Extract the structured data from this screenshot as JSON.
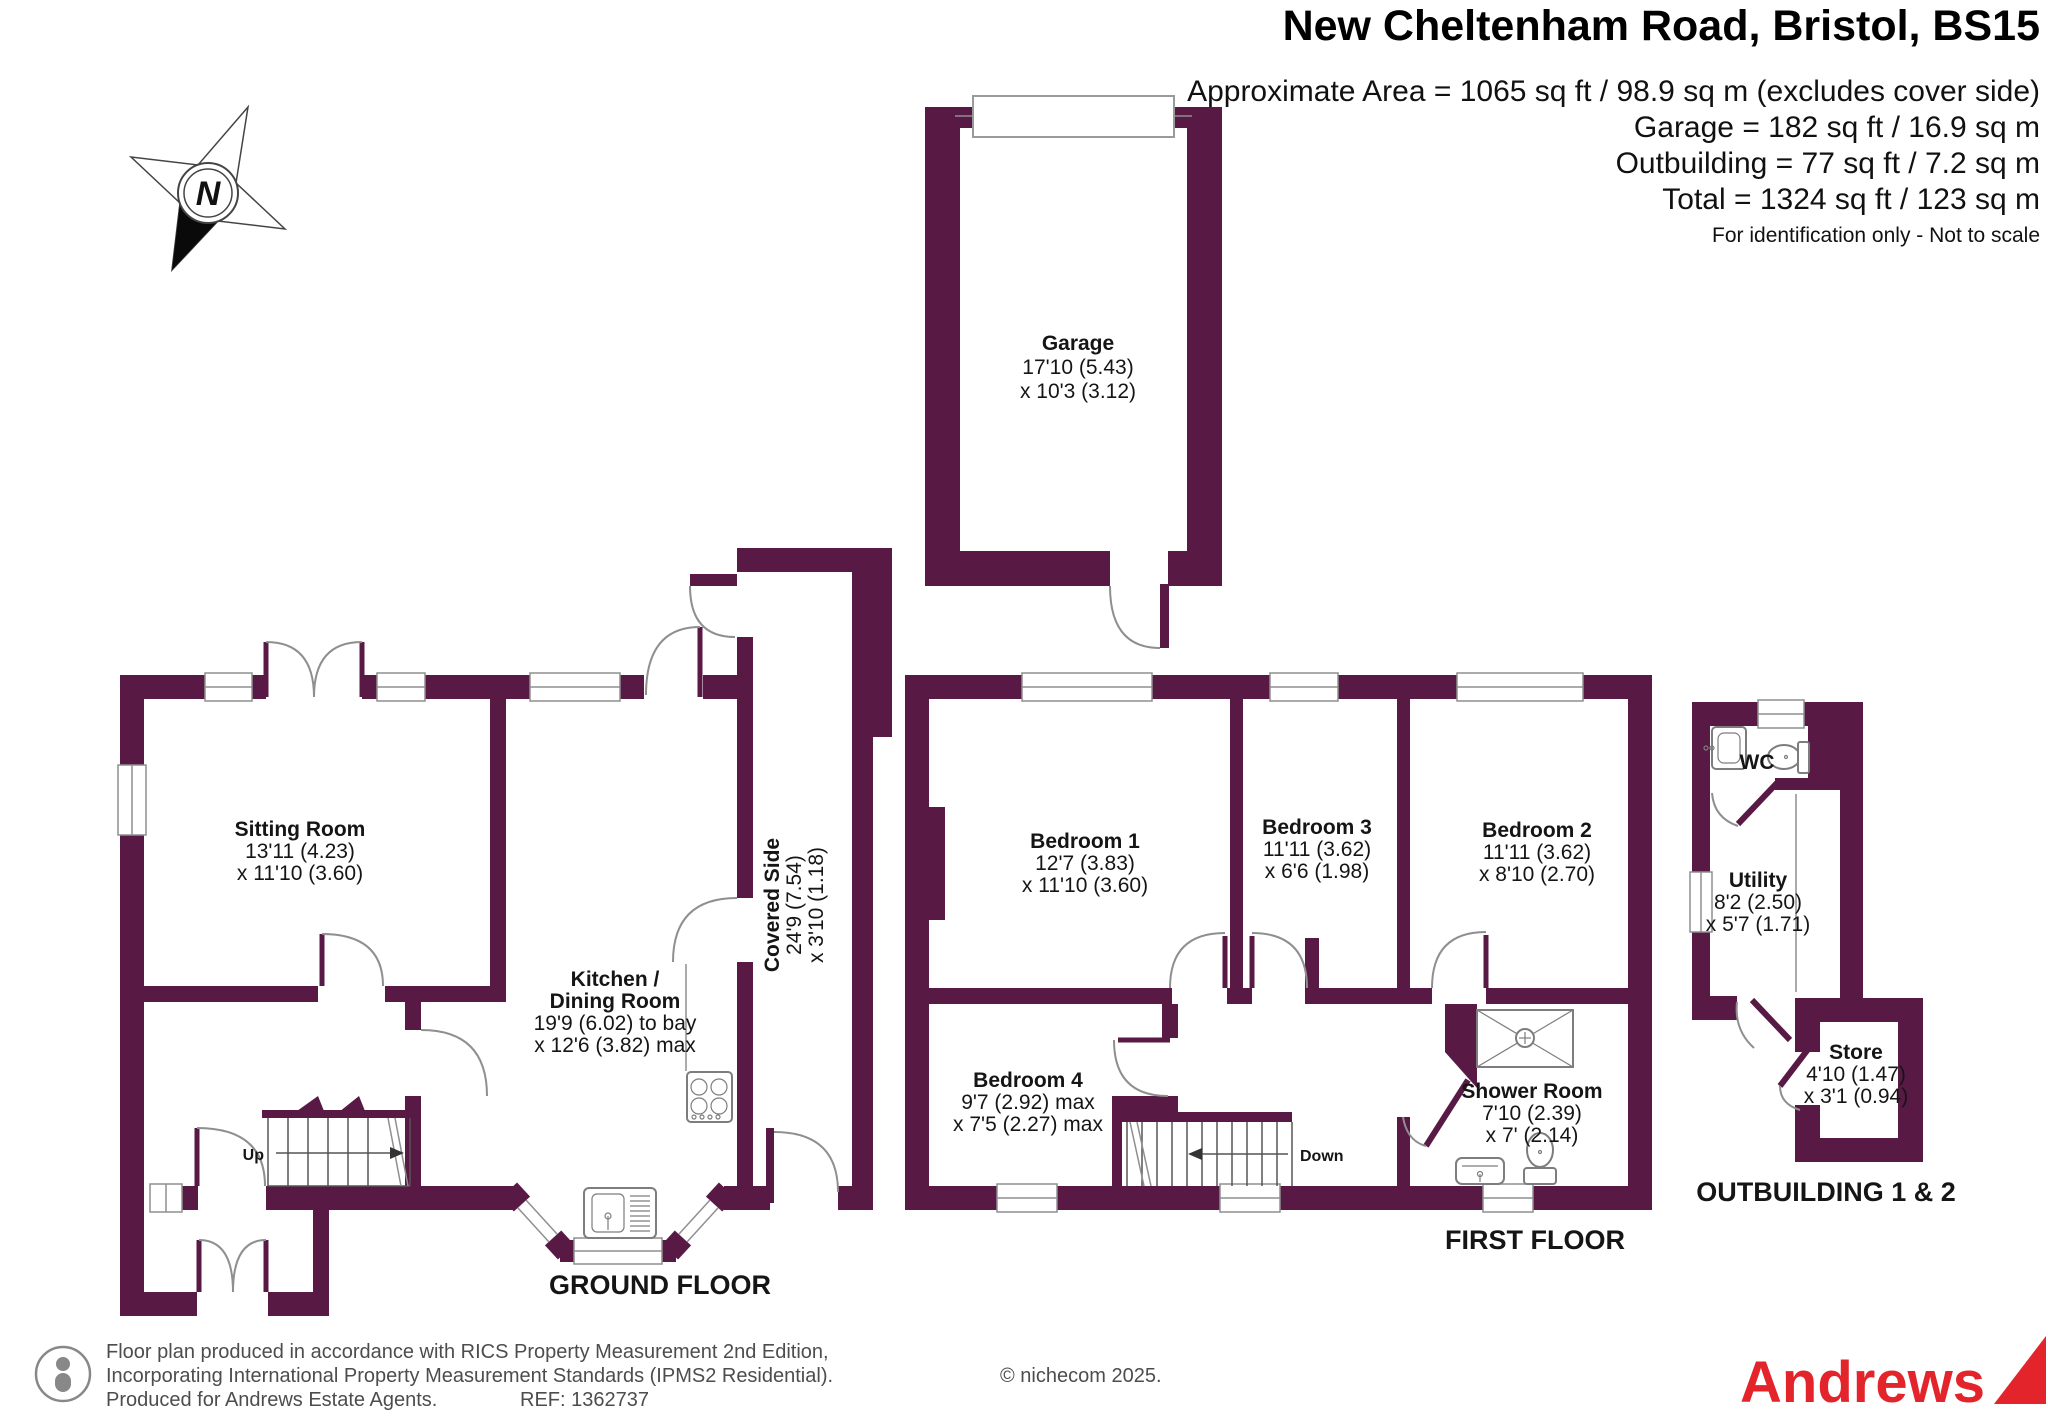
{
  "colors": {
    "wall": "#591945",
    "red": "#e3242b",
    "line": "#8f8f8f",
    "ink": "#151515"
  },
  "header": {
    "title": "New Cheltenham Road, Bristol, BS15",
    "area_lines": [
      "Approximate Area = 1065 sq ft / 98.9 sq m (excludes cover side)",
      "Garage = 182 sq ft / 16.9 sq m",
      "Outbuilding = 77 sq ft / 7.2 sq m",
      "Total = 1324 sq ft / 123 sq m"
    ],
    "disclaimer": "For identification only - Not to scale"
  },
  "compass": {
    "north": "N"
  },
  "garage": {
    "name": "Garage",
    "dim1": "17'10 (5.43)",
    "dim2": "x 10'3 (3.12)"
  },
  "ground_floor": {
    "label": "GROUND FLOOR",
    "stairs": "Up",
    "sitting_room": {
      "name": "Sitting Room",
      "dim1": "13'11 (4.23)",
      "dim2": "x 11'10 (3.60)"
    },
    "kitchen": {
      "name1": "Kitchen /",
      "name2": "Dining Room",
      "dim1": "19'9 (6.02) to bay",
      "dim2": "x 12'6 (3.82) max"
    },
    "covered_side": {
      "name": "Covered Side",
      "dim1": "24'9 (7.54)",
      "dim2": "x 3'10 (1.18)"
    }
  },
  "first_floor": {
    "label": "FIRST FLOOR",
    "stairs": "Down",
    "bedroom1": {
      "name": "Bedroom 1",
      "dim1": "12'7 (3.83)",
      "dim2": "x 11'10 (3.60)"
    },
    "bedroom2": {
      "name": "Bedroom 2",
      "dim1": "11'11 (3.62)",
      "dim2": "x 8'10 (2.70)"
    },
    "bedroom3": {
      "name": "Bedroom 3",
      "dim1": "11'11 (3.62)",
      "dim2": "x 6'6 (1.98)"
    },
    "bedroom4": {
      "name": "Bedroom 4",
      "dim1": "9'7 (2.92) max",
      "dim2": "x 7'5 (2.27) max"
    },
    "shower_room": {
      "name": "Shower Room",
      "dim1": "7'10 (2.39)",
      "dim2": "x 7' (2.14)"
    }
  },
  "outbuilding": {
    "label": "OUTBUILDING 1 & 2",
    "wc": "WC",
    "utility": {
      "name": "Utility",
      "dim1": "8'2 (2.50)",
      "dim2": "x 5'7 (1.71)"
    },
    "store": {
      "name": "Store",
      "dim1": "4'10 (1.47)",
      "dim2": "x 3'1 (0.94)"
    }
  },
  "footer": {
    "line1": "Floor plan produced in accordance with RICS Property Measurement 2nd Edition,",
    "line2": "Incorporating International Property Measurement Standards (IPMS2 Residential).",
    "copyright": "© nichecom 2025.",
    "line3": "Produced for Andrews Estate Agents.",
    "ref": "REF: 1362737",
    "brand": "Andrews"
  }
}
